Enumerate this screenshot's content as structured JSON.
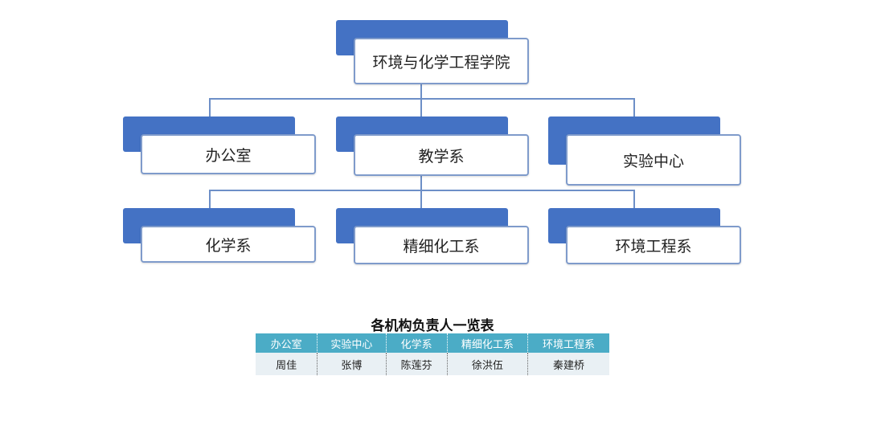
{
  "org_chart": {
    "root": "环境与化学工程学院",
    "level1": [
      "办公室",
      "教学系",
      "实验中心"
    ],
    "level2": [
      "化学系",
      "精细化工系",
      "环境工程系"
    ]
  },
  "leaders_table": {
    "title": "各机构负责人一览表",
    "headers": [
      "办公室",
      "实验中心",
      "化学系",
      "精细化工系",
      "环境工程系"
    ],
    "row": [
      "周佳",
      "张博",
      "陈莲芬",
      "徐洪伍",
      "秦建桥"
    ]
  },
  "colors": {
    "node_back": "#4472c4",
    "node_border": "#7f9bcb",
    "table_header": "#4bacc6",
    "table_row": "#e9f0f4"
  }
}
